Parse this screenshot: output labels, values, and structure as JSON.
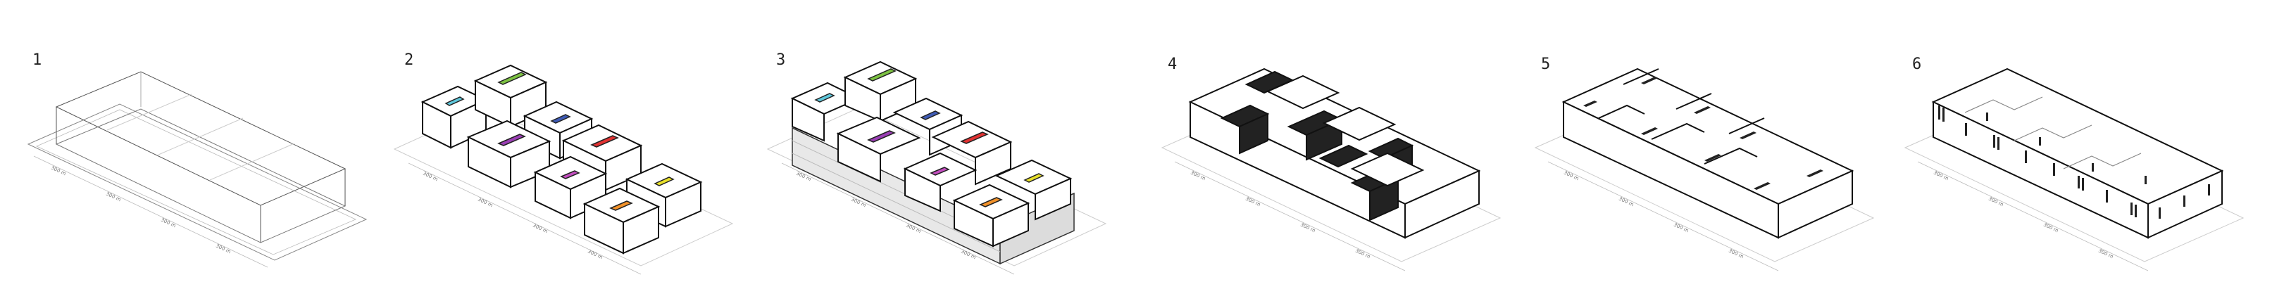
{
  "steps": [
    {
      "label": "1"
    },
    {
      "label": "2"
    },
    {
      "label": "3"
    },
    {
      "label": "4"
    },
    {
      "label": "5"
    },
    {
      "label": "6"
    }
  ],
  "dimension_labels": [
    "300 m",
    "300 m",
    "300 m",
    "300 m"
  ],
  "colors": {
    "cyan": "#5fc8dc",
    "green": "#7cc242",
    "blue": "#3f5bb5",
    "purple": "#9b3fb5",
    "red": "#e23232",
    "magenta": "#c44ec0",
    "orange": "#f2922a",
    "yellow": "#e8e02a",
    "dark": "#222222"
  }
}
